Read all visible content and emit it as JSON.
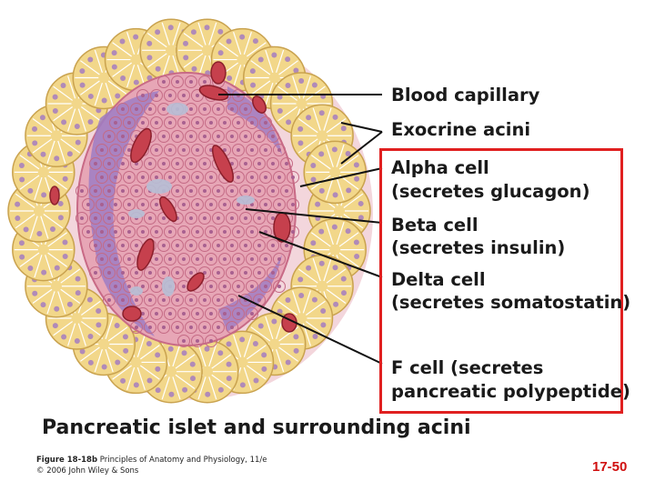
{
  "labels": {
    "blood_capillary": "Blood capillary",
    "exocrine_acini": "Exocrine acini",
    "alpha_line1": "Alpha cell",
    "alpha_line2": "(secretes glucagon)",
    "beta_line1": "Beta cell",
    "beta_line2": "(secretes insulin)",
    "delta_line1": "Delta cell",
    "delta_line2": "(secretes somatostatin)",
    "f_line1": "F cell (secretes",
    "f_line2": "pancreatic polypeptide)"
  },
  "caption": "Pancreatic islet and surrounding acini",
  "credit": {
    "figure_ref": "Figure 18-18b",
    "book": "Principles of Anatomy and Physiology, 11/e",
    "copyright": "© 2006 John Wiley & Sons"
  },
  "slide_number": "17-50",
  "colors": {
    "highlight_box": "#e02020",
    "slide_number": "#d01010",
    "acini": "#f2d78a",
    "islet": "#e9a3b4",
    "alpha_cells": "#9b7ac0",
    "capillary": "#c2414e"
  }
}
